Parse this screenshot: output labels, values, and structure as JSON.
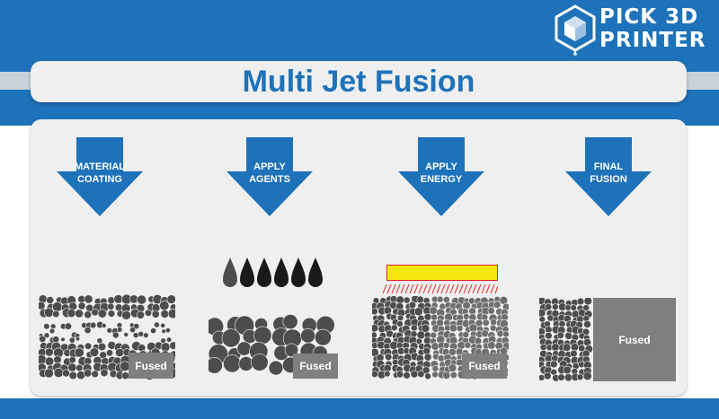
{
  "brand": {
    "line1": "PICK 3D",
    "line2": "PRINTER",
    "logo_icon": "cube-icon"
  },
  "title": "Multi Jet Fusion",
  "steps": [
    {
      "label": "MATERIAL\nCOATING"
    },
    {
      "label": "APPLY\nAGENTS"
    },
    {
      "label": "APPLY\nENERGY"
    },
    {
      "label": "FINAL\nFUSION"
    }
  ],
  "fused_label": "Fused",
  "colors": {
    "blue": "#1e72b9",
    "card": "#efefef",
    "particle": "#4d4d4d",
    "fused": "#7f7f7f",
    "heater": "#f5e611",
    "heater_border": "#e02020",
    "agent_drop": "#1a1a1a"
  }
}
